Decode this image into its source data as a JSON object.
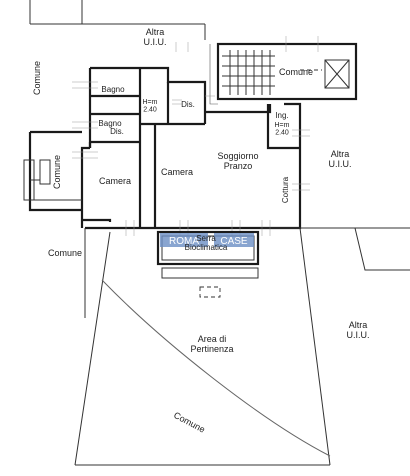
{
  "labels": {
    "altra_uiu": "Altra\nU.I.U.",
    "comune": "Comune",
    "bagno": "Bagno",
    "h_m": "H=m\n2.40",
    "dis": "Dis.",
    "camera": "Camera",
    "soggiorno_pranzo": "Soggiorno\nPranzo",
    "ing": "Ing.",
    "cottura": "Cottura",
    "serra_bioclimatica": "Serra\nBioclimatica",
    "area_pertinenza": "Area di\nPertinenza",
    "watermark": "ROMA CASE"
  },
  "colors": {
    "wall": "#1a1a1a",
    "watermark": "#6b8fc4"
  }
}
